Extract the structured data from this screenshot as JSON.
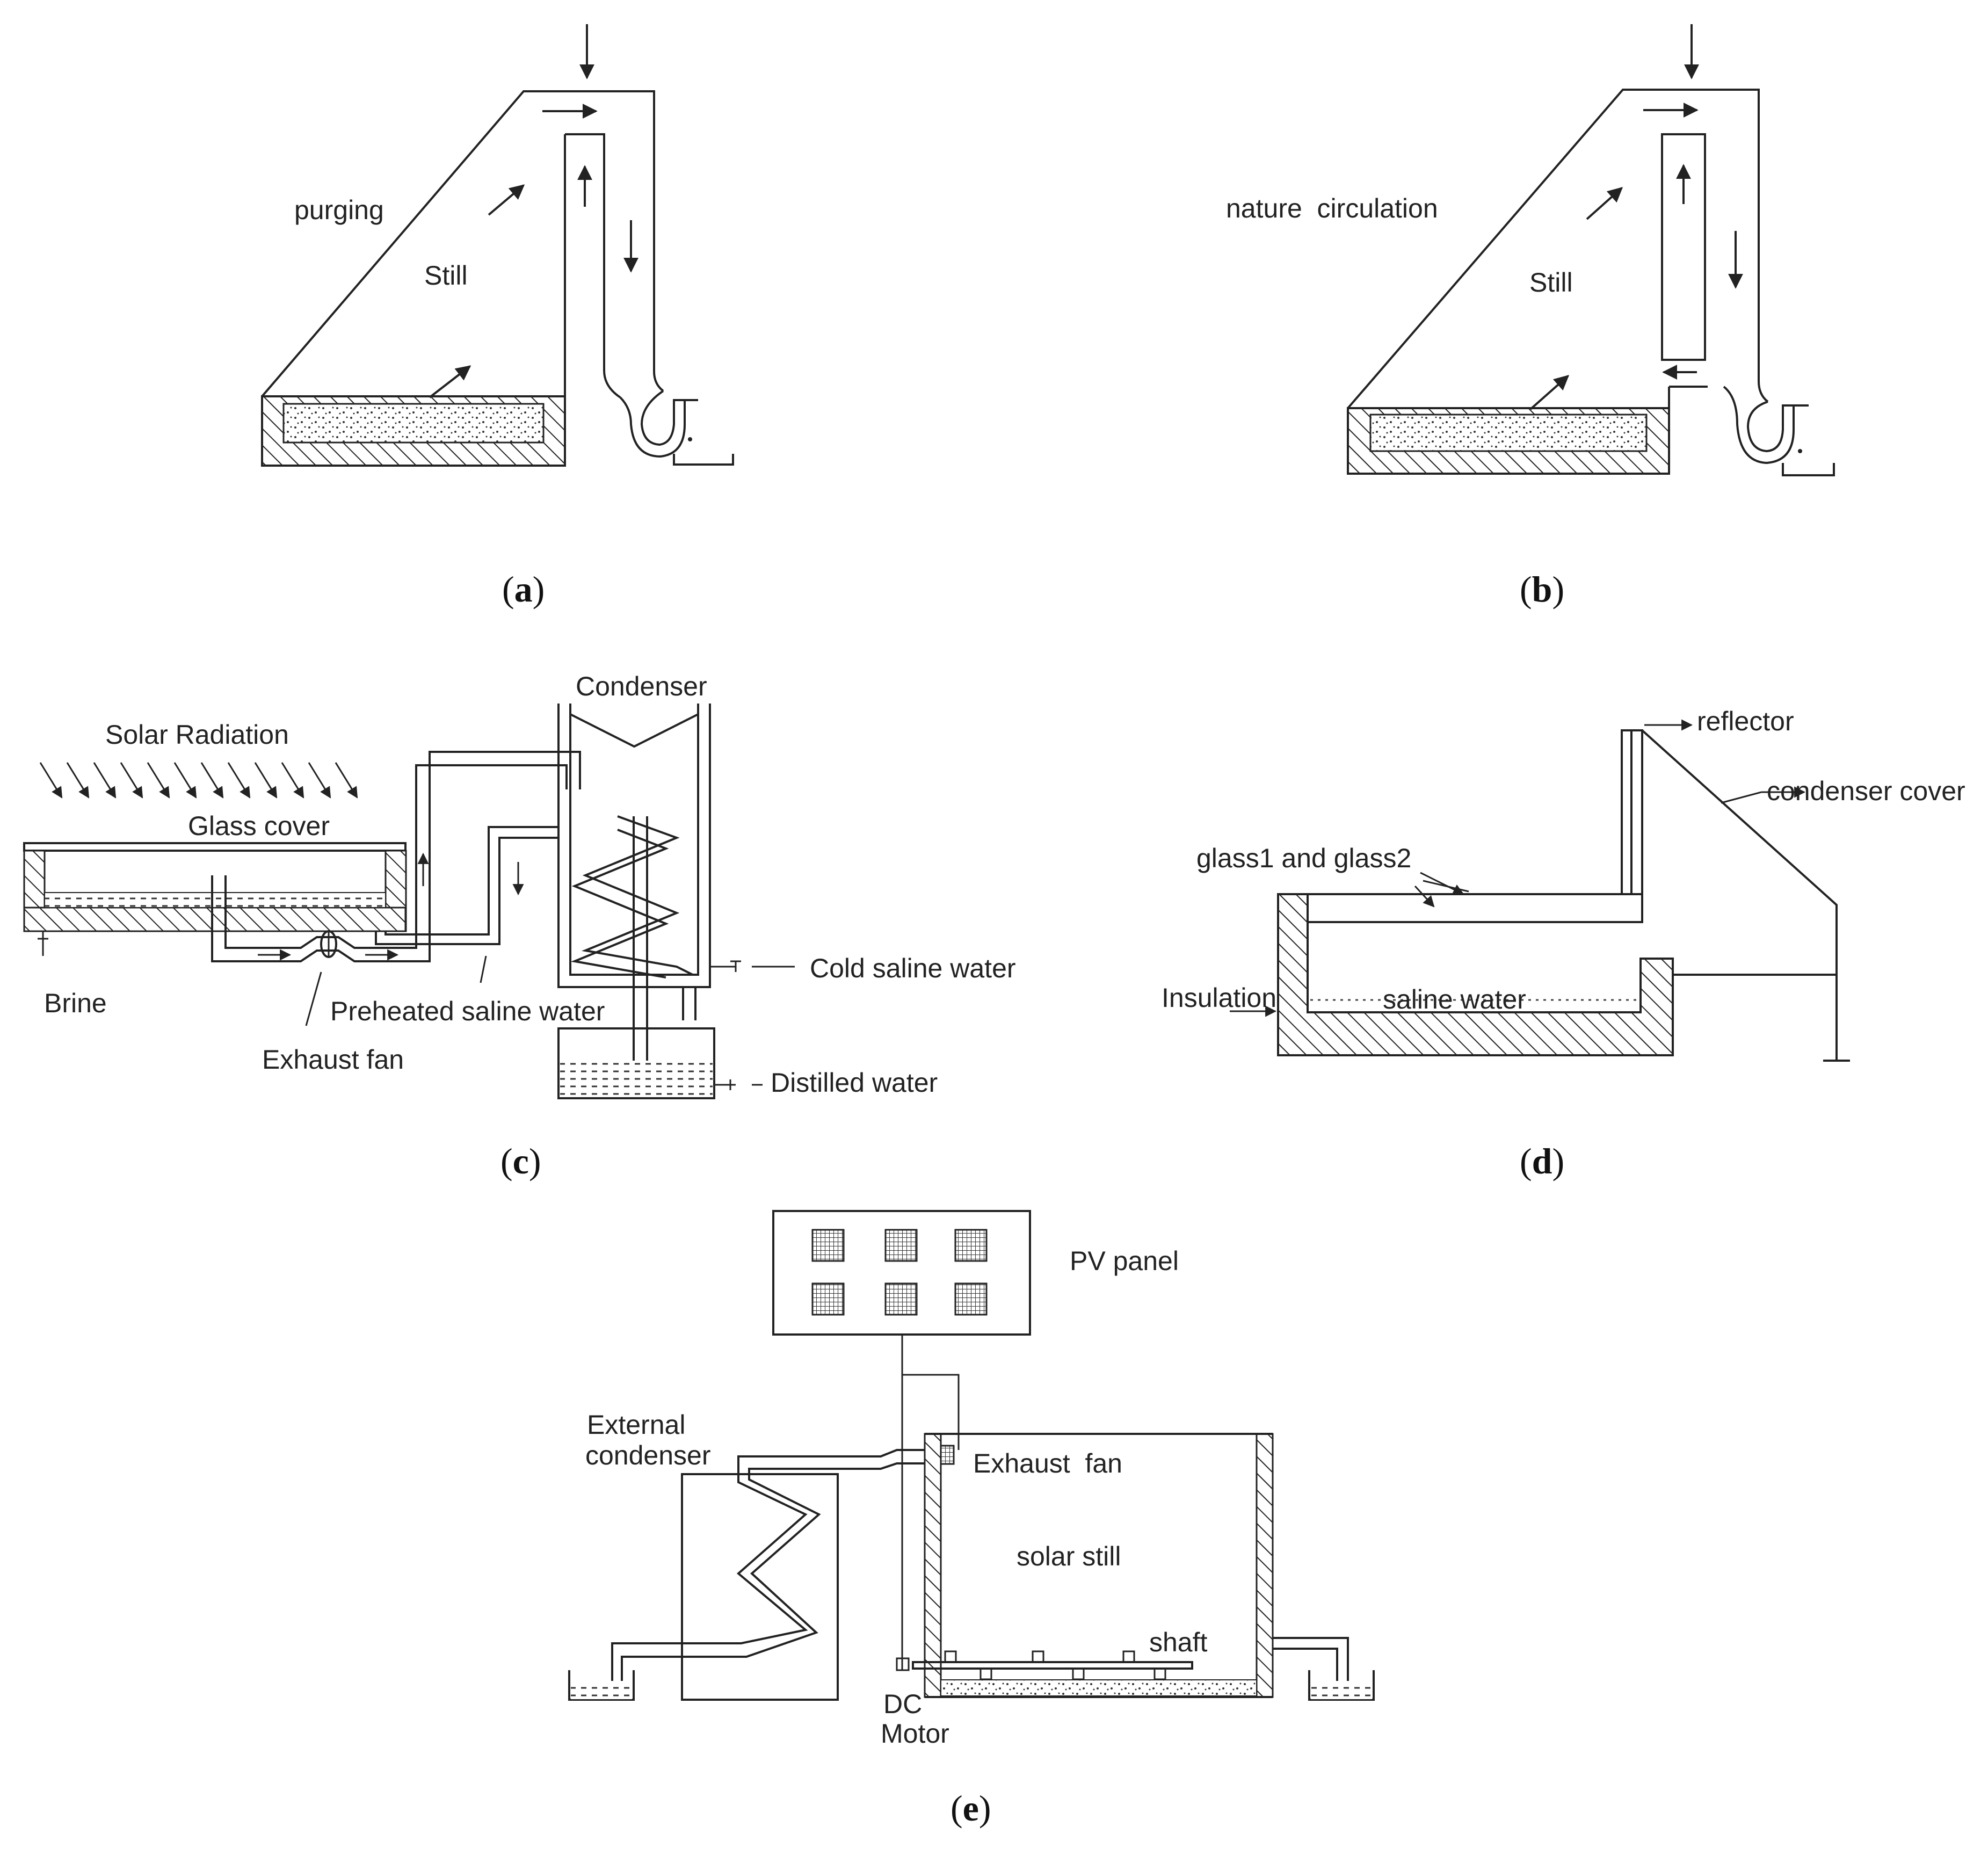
{
  "panels": {
    "a": {
      "caption_letter": "a",
      "label_mode": "purging",
      "label_still": "Still"
    },
    "b": {
      "caption_letter": "b",
      "label_mode": "nature  circulation",
      "label_still": "Still"
    },
    "c": {
      "caption_letter": "c",
      "solar_radiation": "Solar Radiation",
      "condenser": "Condenser",
      "glass_cover": "Glass cover",
      "brine": "Brine",
      "preheated": "Preheated saline water",
      "exhaust_fan": "Exhaust fan",
      "cold_saline": "Cold saline water",
      "distilled": "Distilled water"
    },
    "d": {
      "caption_letter": "d",
      "reflector": "reflector",
      "condenser_cover": "condenser cover",
      "glass": "glass1 and glass2",
      "insulation": "Insulation",
      "saline_water": "saline water"
    },
    "e": {
      "caption_letter": "e",
      "pv_panel": "PV panel",
      "external_1": "External",
      "external_2": "condenser",
      "exhaust_fan": "Exhaust  fan",
      "solar_still": "solar still",
      "shaft": "shaft",
      "dc": "DC",
      "motor": "Motor"
    }
  }
}
